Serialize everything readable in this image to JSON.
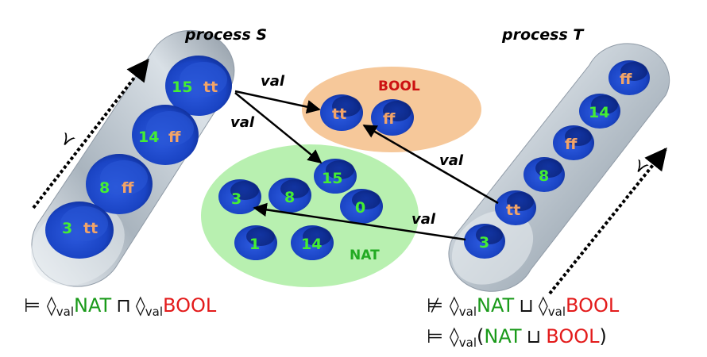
{
  "process_s": {
    "title": "process S",
    "order_symbol": "≺",
    "values": [
      {
        "num": "15",
        "bool": "tt"
      },
      {
        "num": "14",
        "bool": "ff"
      },
      {
        "num": "8",
        "bool": "ff"
      },
      {
        "num": "3",
        "bool": "tt"
      }
    ]
  },
  "process_t": {
    "title": "process T",
    "order_symbol": "≺",
    "values": [
      "ff",
      "14",
      "ff",
      "8",
      "tt",
      "3"
    ]
  },
  "bool_set": {
    "label": "BOOL",
    "values": [
      "tt",
      "ff"
    ]
  },
  "nat_set": {
    "label": "NAT",
    "values": [
      "15",
      "3",
      "8",
      "0",
      "1",
      "14"
    ]
  },
  "arrows": {
    "label": "val"
  },
  "formulas": {
    "s": {
      "turnstile": "⊨",
      "diamond": "◊",
      "sub": "val",
      "nat": "NAT",
      "op": "⊓",
      "bool": "BOOL"
    },
    "t1": {
      "turnstile": "⊭",
      "diamond": "◊",
      "sub": "val",
      "nat": "NAT",
      "op": "⊔",
      "bool": "BOOL"
    },
    "t2": {
      "turnstile": "⊨",
      "diamond": "◊",
      "sub": "val",
      "lparen": "(",
      "nat": "NAT",
      "op": "⊔",
      "bool": "BOOL",
      "rparen": ")"
    }
  },
  "colors": {
    "tube": "#b9c3cc",
    "cell": "#1b46c8",
    "bool_set": "#f6c89a",
    "nat_set": "#b8f0b0",
    "num_text": "#44ee33",
    "bool_text": "#f2a468"
  }
}
